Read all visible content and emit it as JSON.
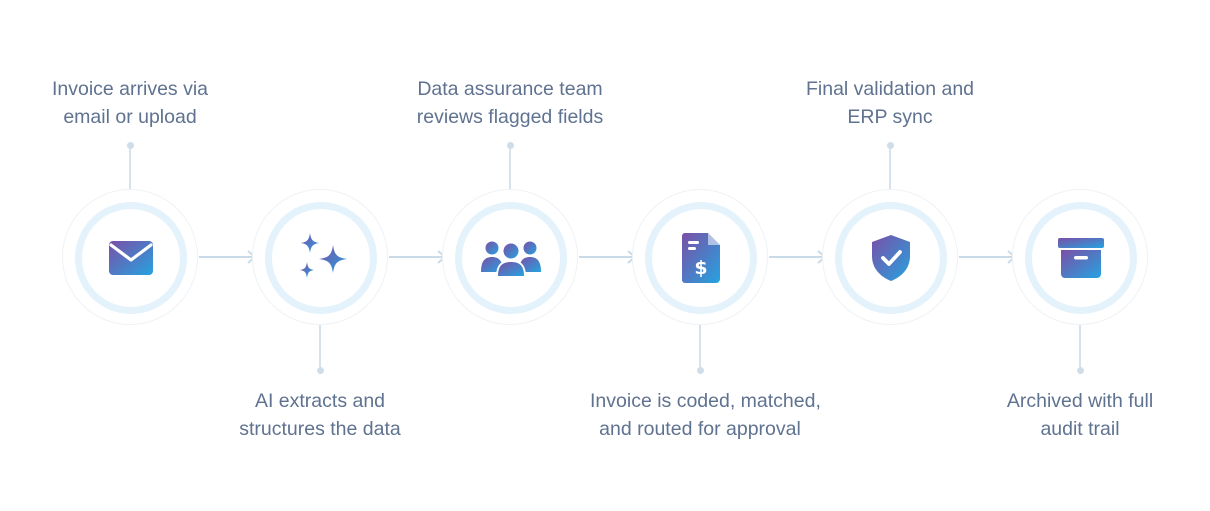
{
  "steps": [
    {
      "icon": "mail-icon",
      "label_position": "top",
      "label_lines": [
        "Invoice arrives via",
        "email or upload"
      ]
    },
    {
      "icon": "sparkles-icon",
      "label_position": "bottom",
      "label_lines": [
        "AI extracts and",
        "structures the data"
      ]
    },
    {
      "icon": "team-icon",
      "label_position": "top",
      "label_lines": [
        "Data assurance team",
        "reviews flagged fields"
      ]
    },
    {
      "icon": "invoice-dollar-icon",
      "label_position": "bottom",
      "label_lines": [
        "Invoice is coded, matched,",
        "and routed for approval"
      ]
    },
    {
      "icon": "shield-check-icon",
      "label_position": "top",
      "label_lines": [
        "Final validation and",
        "ERP sync"
      ]
    },
    {
      "icon": "archive-box-icon",
      "label_position": "bottom",
      "label_lines": [
        "Archived with full",
        "audit trail"
      ]
    }
  ],
  "colors": {
    "gradient_start": "#7b4fa6",
    "gradient_end": "#25a3e0",
    "ring": "#e3f2fb",
    "connector": "#d7e3ec",
    "text": "#5f7290"
  }
}
